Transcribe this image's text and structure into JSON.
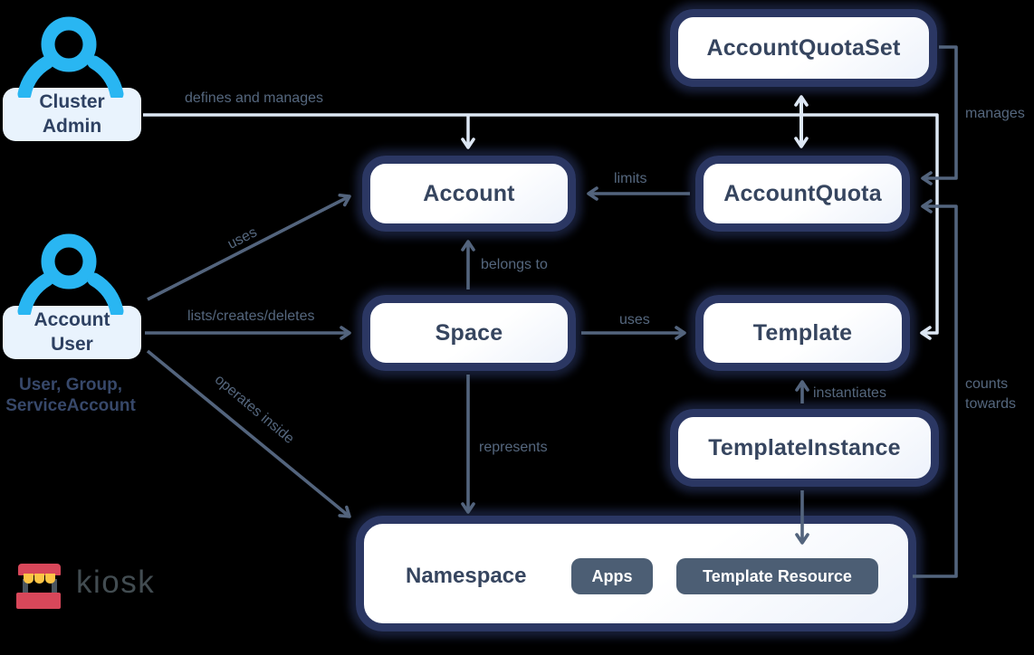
{
  "colors": {
    "background": "#000000",
    "node_border": "#2b3763",
    "node_fill": "#ffffff",
    "node_text": "#36455f",
    "actor_box_fill": "#e9f3fd",
    "person_icon_blue": "#29b6f2",
    "edge_dark": "#53647d",
    "edge_light": "#dde7f4",
    "edge_label_text": "#55677e",
    "badge_fill": "#4c5e74",
    "badge_text": "#ffffff",
    "logo_red": "#d8475a",
    "logo_yellow": "#fdc445",
    "logo_post_gray": "#4a555f",
    "logo_text_color": "#424c51"
  },
  "actors": {
    "cluster_admin": {
      "label": "Cluster Admin"
    },
    "account_user": {
      "label": "Account User",
      "sublabel": "User, Group, ServiceAccount"
    }
  },
  "nodes": {
    "account_quota_set": {
      "label": "AccountQuotaSet"
    },
    "account_quota": {
      "label": "AccountQuota"
    },
    "account": {
      "label": "Account"
    },
    "space": {
      "label": "Space"
    },
    "template": {
      "label": "Template"
    },
    "template_instance": {
      "label": "TemplateInstance"
    },
    "namespace": {
      "label": "Namespace",
      "badges": [
        "Apps",
        "Template Resource"
      ]
    }
  },
  "edges": {
    "defines_and_manages": {
      "label": "defines and manages",
      "from": "Cluster Admin",
      "to": "Account / Template"
    },
    "manages": {
      "label": "manages",
      "from": "AccountQuotaSet",
      "to": "AccountQuota"
    },
    "quota_sync": {
      "label": "",
      "from": "AccountQuotaSet",
      "to": "AccountQuota",
      "bidirectional": true
    },
    "limits": {
      "label": "limits",
      "from": "AccountQuota",
      "to": "Account"
    },
    "belongs_to": {
      "label": "belongs to",
      "from": "Space",
      "to": "Account"
    },
    "uses_account": {
      "label": "uses",
      "from": "Account User",
      "to": "Account"
    },
    "lists_creates_deletes": {
      "label": "lists/creates/deletes",
      "from": "Account User",
      "to": "Space"
    },
    "operates_inside": {
      "label": "operates inside",
      "from": "Account User",
      "to": "Namespace"
    },
    "uses_template": {
      "label": "uses",
      "from": "Space",
      "to": "Template"
    },
    "instantiates": {
      "label": "instantiates",
      "from": "TemplateInstance",
      "to": "Template"
    },
    "creates_resource": {
      "label": "",
      "from": "TemplateInstance",
      "to": "Template Resource"
    },
    "represents": {
      "label": "represents",
      "from": "Space",
      "to": "Namespace"
    },
    "counts_towards": {
      "label": "counts towards",
      "from": "Namespace",
      "to": "AccountQuota"
    }
  },
  "logo": {
    "text": "kiosk"
  }
}
